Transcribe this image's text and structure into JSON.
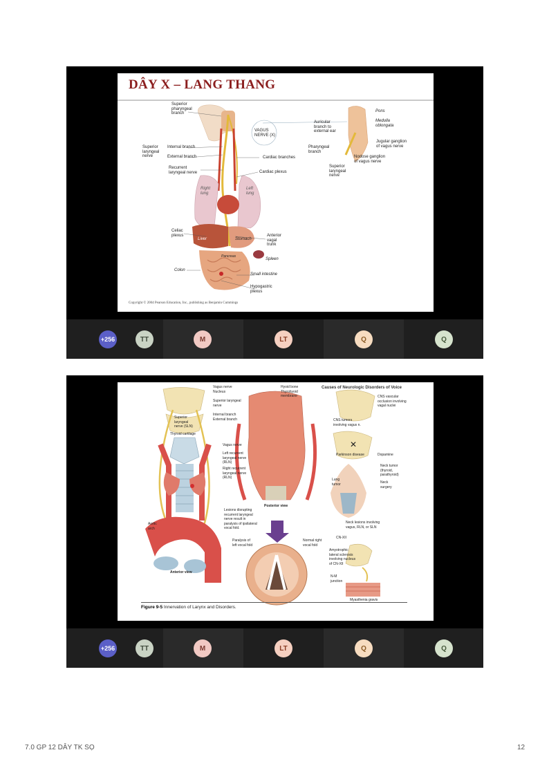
{
  "slide1": {
    "title": "DÂY X – LANG THANG",
    "labels": {
      "sup_pharyngeal": "Superior\npharyngeal\nbranch",
      "vagus": "VAGUS\nNERVE (X)",
      "sup_laryngeal": "Superior\nlaryngeal\nnerve",
      "internal": "Internal branch",
      "external": "External branch",
      "recurrent": "Recurrent\nlaryngeal nerve",
      "cardiac_branches": "Cardiac branches",
      "cardiac_plexus": "Cardiac plexus",
      "right_lung": "Right\nlung",
      "left_lung": "Left\nlung",
      "celiac": "Celiac\nplexus",
      "liver": "Liver",
      "stomach": "Stomach",
      "anterior_vagal": "Anterior\nvagal\ntrunk",
      "pancreas": "Pancreas",
      "spleen": "Spleen",
      "colon": "Colon",
      "small_intestine": "Small intestine",
      "hypogastric": "Hypogastric\nplexus",
      "pons": "Pons",
      "medulla": "Medulla\noblongata",
      "auricular": "Auricular\nbranch to\nexternal ear",
      "jugular": "Jugular ganglion\nof vagus nerve",
      "pharyngeal": "Pharyngeal\nbranch",
      "nodose": "Nodose ganglion\nof vagus nerve",
      "sup_laryngeal_r": "Superior\nlaryngeal\nnerve"
    },
    "copyright": "Copyright © 2004 Pearson Education, Inc., publishing as Benjamin Cummings"
  },
  "slide2": {
    "heading": "Causes of Neurologic Disorders of Voice",
    "labels": {
      "vagus_nerve": "Vagus nerve\nNucleus",
      "sup_laryngeal": "Superior laryngeal\nnerve",
      "int_ext": "Internal branch\nExternal branch",
      "sln": "Superior\nlaryngeal\nnerve (SLN)",
      "thyroid": "Thyroid cartilage",
      "vagus2": "Vagus nerve",
      "left_rln": "Left recurrent\nlaryngeal nerve\n(RLN)",
      "right_rln": "Right recurrent\nlaryngeal nerve\n(RLN)",
      "hyoid": "Hyoid bone\nThyrohyoid\nmembrane",
      "posterior": "Posterior view",
      "lesions": "Lesions disrupting\nrecurrent laryngeal\nnerve result in\nparalysis of ipsilateral\nvocal fold.",
      "aortic": "Aortic\narch",
      "anterior": "Anterior view",
      "paralysis": "Paralysis of\nleft vocal fold",
      "normal": "Normal right\nvocal fold",
      "cns_vascular": "CNS vascular\nocclusion involving\nvagal nuclei",
      "cns_tumors": "CNS tumors\ninvolving vagus n.",
      "parkinson": "Parkinson disease",
      "dopamine": "Dopamine",
      "neck_tumor": "Neck tumor\n(thyroid,\nparathyroid)",
      "lung_tumor": "Lung\ntumor",
      "neck_surgery": "Neck\nsurgery",
      "neck_lesions": "Neck lesions involving\nvagus, RLN, or SLN",
      "cn_xii": "CN-XII",
      "als": "Amyotrophic\nlateral sclerosis\ninvolving nucleus\nof CN-XII",
      "nm": "N-M\njunction",
      "myasthenia": "Myasthenia gravis"
    },
    "caption_bold": "Figure 9-5",
    "caption": "Innervation of Larynx and Disorders."
  },
  "participants": {
    "count_label": "+256",
    "tiles": [
      {
        "initials": "TT",
        "bg": "#c9d3c4",
        "fg": "#3f4a3c"
      },
      {
        "initials": "M",
        "bg": "#f1c9c3",
        "fg": "#7a3a30"
      },
      {
        "initials": "LT",
        "bg": "#f5cfc0",
        "fg": "#8a3d24"
      },
      {
        "initials": "Q",
        "bg": "#f7dcc0",
        "fg": "#8a5a24"
      },
      {
        "initials": "Q",
        "bg": "#d6e3cd",
        "fg": "#45583a"
      }
    ]
  },
  "footer": {
    "left": "7.0 GP 12 DÂY TK SỌ",
    "right": "12"
  },
  "colors": {
    "count_badge": "#5b5fc7",
    "title_red": "#8b1e1e",
    "bar_bg": "#1f1f1f"
  }
}
